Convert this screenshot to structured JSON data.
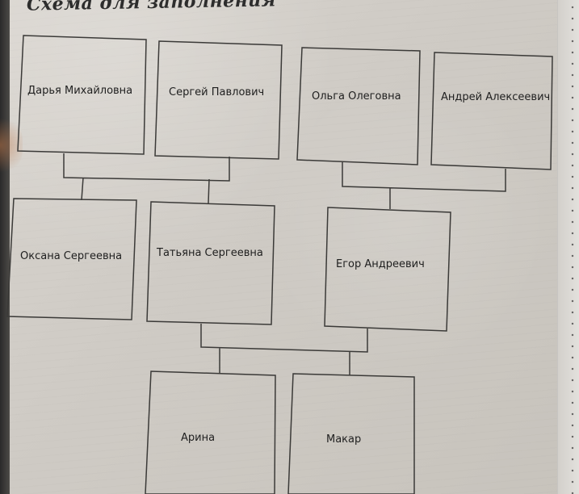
{
  "title": "Схема для заполнения",
  "family_tree": {
    "people": [
      {
        "id": "daria",
        "name": "Дарья Михайловна"
      },
      {
        "id": "sergey",
        "name": "Сергей Павлович"
      },
      {
        "id": "olga",
        "name": "Ольга Олеговна"
      },
      {
        "id": "andrey",
        "name": "Андрей Алексеевич"
      },
      {
        "id": "oksana",
        "name": "Оксана Сергеевна"
      },
      {
        "id": "tatyana",
        "name": "Татьяна Сергеевна"
      },
      {
        "id": "egor",
        "name": "Егор Андреевич"
      },
      {
        "id": "arina",
        "name": "Арина"
      },
      {
        "id": "makar",
        "name": "Макар"
      }
    ]
  }
}
